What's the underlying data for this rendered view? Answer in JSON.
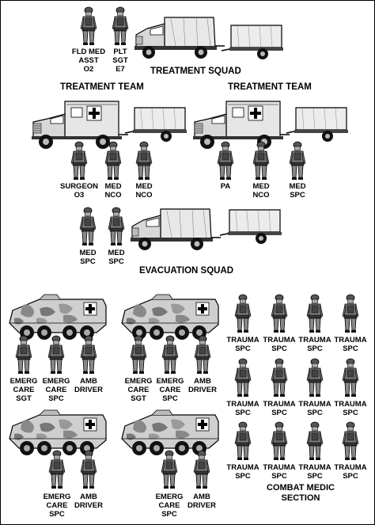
{
  "treatment_squad": {
    "title": "TREATMENT SQUAD",
    "fld_med": [
      "FLD MED",
      "ASST",
      "O2"
    ],
    "plt_sgt": [
      "PLT",
      "SGT",
      "E7"
    ]
  },
  "treatment_team_left": {
    "title": "TREATMENT TEAM",
    "members": [
      [
        "SURGEON",
        "O3"
      ],
      [
        "MED",
        "NCO"
      ],
      [
        "MED",
        "NCO"
      ]
    ]
  },
  "treatment_team_right": {
    "title": "TREATMENT TEAM",
    "members": [
      [
        "PA"
      ],
      [
        "MED",
        "NCO"
      ],
      [
        "MED",
        "SPC"
      ]
    ]
  },
  "evacuation_squad": {
    "title": "EVACUATION SQUAD",
    "members": [
      [
        "MED",
        "SPC"
      ],
      [
        "MED",
        "SPC"
      ]
    ]
  },
  "ambulance_crews": {
    "top_left": [
      [
        "EMERG",
        "CARE",
        "SGT"
      ],
      [
        "EMERG",
        "CARE",
        "SPC"
      ],
      [
        "AMB",
        "DRIVER"
      ]
    ],
    "top_right": [
      [
        "EMERG",
        "CARE",
        "SGT"
      ],
      [
        "EMERG",
        "CARE",
        "SPC"
      ],
      [
        "AMB",
        "DRIVER"
      ]
    ],
    "bottom_left": [
      [
        "EMERG",
        "CARE",
        "SPC"
      ],
      [
        "AMB",
        "DRIVER"
      ]
    ],
    "bottom_right": [
      [
        "EMERG",
        "CARE",
        "SPC"
      ],
      [
        "AMB",
        "DRIVER"
      ]
    ]
  },
  "combat_medic_section": {
    "title_lines": [
      "COMBAT MEDIC",
      "SECTION"
    ],
    "member": [
      "TRAUMA",
      "SPC"
    ]
  }
}
